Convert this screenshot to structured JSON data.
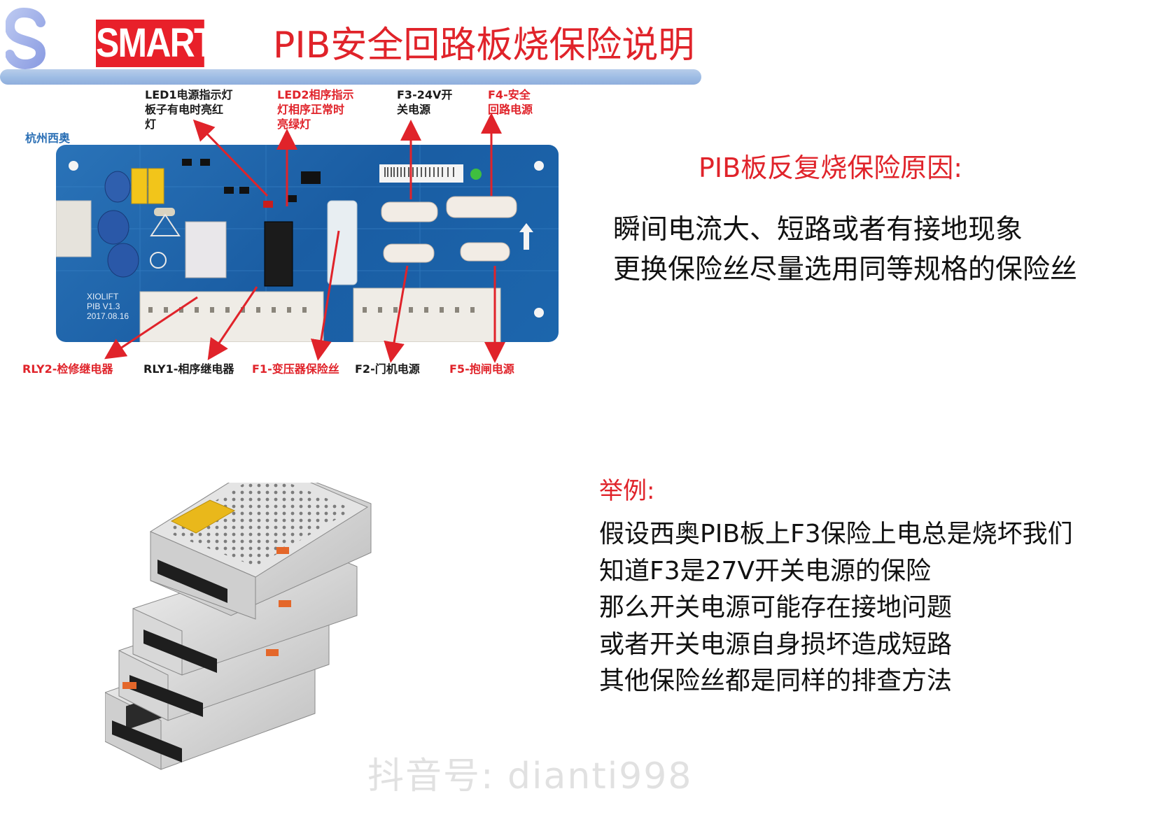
{
  "header": {
    "logo_letter": "S",
    "brand": "SMART",
    "title": "PIB安全回路板烧保险说明"
  },
  "pcb_figure": {
    "company_tag": "杭州西奥",
    "board_text": [
      "XIOLIFT",
      "PIB V1.3",
      "2017.08.16"
    ],
    "annotations_top": {
      "led1": [
        "LED1电源指示灯",
        "板子有电时亮红",
        "灯"
      ],
      "led2": [
        "LED2相序指示",
        "灯相序正常时",
        "亮绿灯"
      ],
      "f3": [
        "F3-24V开",
        "关电源"
      ],
      "f4": [
        "F4-安全",
        "回路电源"
      ]
    },
    "annotations_bottom": {
      "rly2": "RLY2-检修继电器",
      "rly1": "RLY1-相序继电器",
      "f1": "F1-变压器保险丝",
      "f2": "F2-门机电源",
      "f5": "F5-抱闸电源"
    }
  },
  "reasons": {
    "title": "PIB板反复烧保险原因:",
    "lines": [
      "瞬间电流大、短路或者有接地现象",
      "更换保险丝尽量选用同等规格的保险丝"
    ]
  },
  "example": {
    "title": "举例:",
    "lines": [
      "假设西奥PIB板上F3保险上电总是烧坏我们",
      "知道F3是27V开关电源的保险",
      "那么开关电源可能存在接地问题",
      "或者开关电源自身损坏造成短路",
      "其他保险丝都是同样的排查方法"
    ]
  },
  "watermark": "抖音号: dianti998",
  "colors": {
    "accent_red": "#e0232a",
    "header_bar": "#9dbce4",
    "pcb_blue": "#1a5da3"
  }
}
